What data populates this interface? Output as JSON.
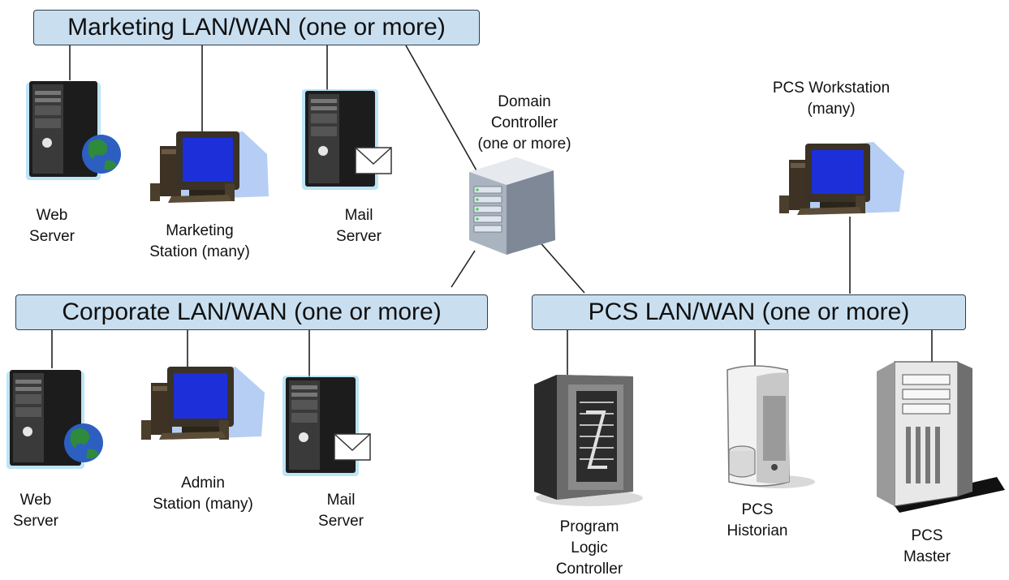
{
  "buses": {
    "marketing": "Marketing LAN/WAN (one or more)",
    "corporate": "Corporate LAN/WAN (one or more)",
    "pcs": "PCS LAN/WAN (one or more)"
  },
  "labels": {
    "mkt_web_server": "Web\nServer",
    "mkt_station": "Marketing\nStation (many)",
    "mkt_mail_server": "Mail\nServer",
    "domain_controller": "Domain\nController\n(one or more)",
    "pcs_workstation": "PCS Workstation\n(many)",
    "corp_web_server": "Web\nServer",
    "admin_station": "Admin\nStation (many)",
    "corp_mail_server": "Mail\nServer",
    "plc": "Program\nLogic\nController",
    "historian": "PCS\nHistorian",
    "pcs_master": "PCS\nMaster"
  },
  "icons": {
    "web_server": "server-globe-icon",
    "workstation": "desktop-computer-icon",
    "mail_server": "server-mail-icon",
    "domain_controller": "rack-server-icon",
    "plc": "plc-server-icon",
    "historian": "historian-database-icon",
    "pcs_master": "tower-server-icon"
  },
  "colors": {
    "bus_fill": "#c9dff0",
    "bus_border": "#2f3e4e",
    "screen": "#1d2fd8",
    "globe_land": "#2f8a3c",
    "globe_sea": "#2d5fc0"
  }
}
